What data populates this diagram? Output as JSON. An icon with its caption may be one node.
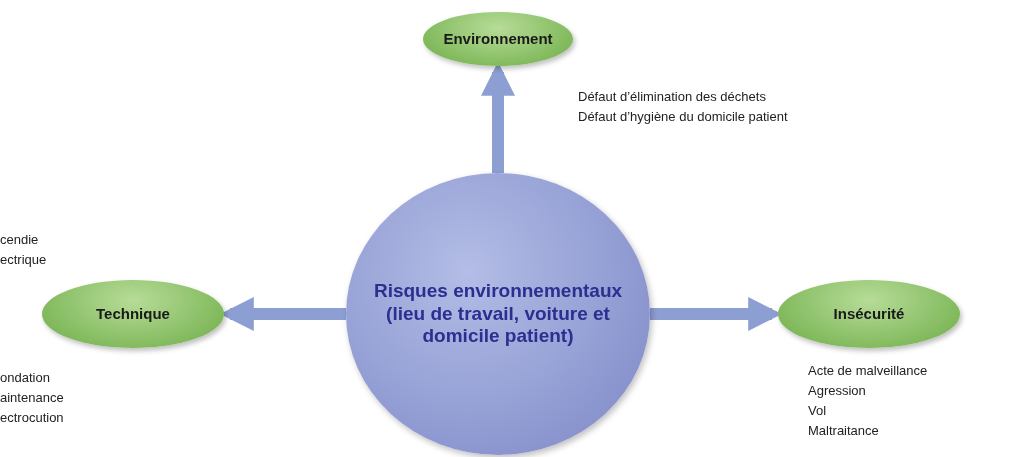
{
  "diagram": {
    "nodes": [
      {
        "text": [
          "Risques environnementaux (lieu de travail, voiture et domicile patient)"
        ]
      },
      {
        "text": [
          "Environnement"
        ],
        "beside": [
          "Défaut d’élimination des déchets",
          "Défaut d’hygiène du domicile patient"
        ]
      },
      {
        "text": [
          "Technique"
        ],
        "beside": [
          "cendie",
          "ectrique",
          "ondation",
          "aintenance",
          "ectrocution"
        ]
      },
      {
        "text": [
          "Insécurité"
        ],
        "beside": [
          "Acte de malveillance",
          "Agression",
          "Vol",
          "Maltraitance"
        ]
      }
    ],
    "edges": [
      {
        "from": 0,
        "to": 1,
        "arrow": "to"
      },
      {
        "from": 0,
        "to": 2,
        "arrow": "to"
      },
      {
        "from": 0,
        "to": 3,
        "arrow": "to"
      }
    ]
  }
}
